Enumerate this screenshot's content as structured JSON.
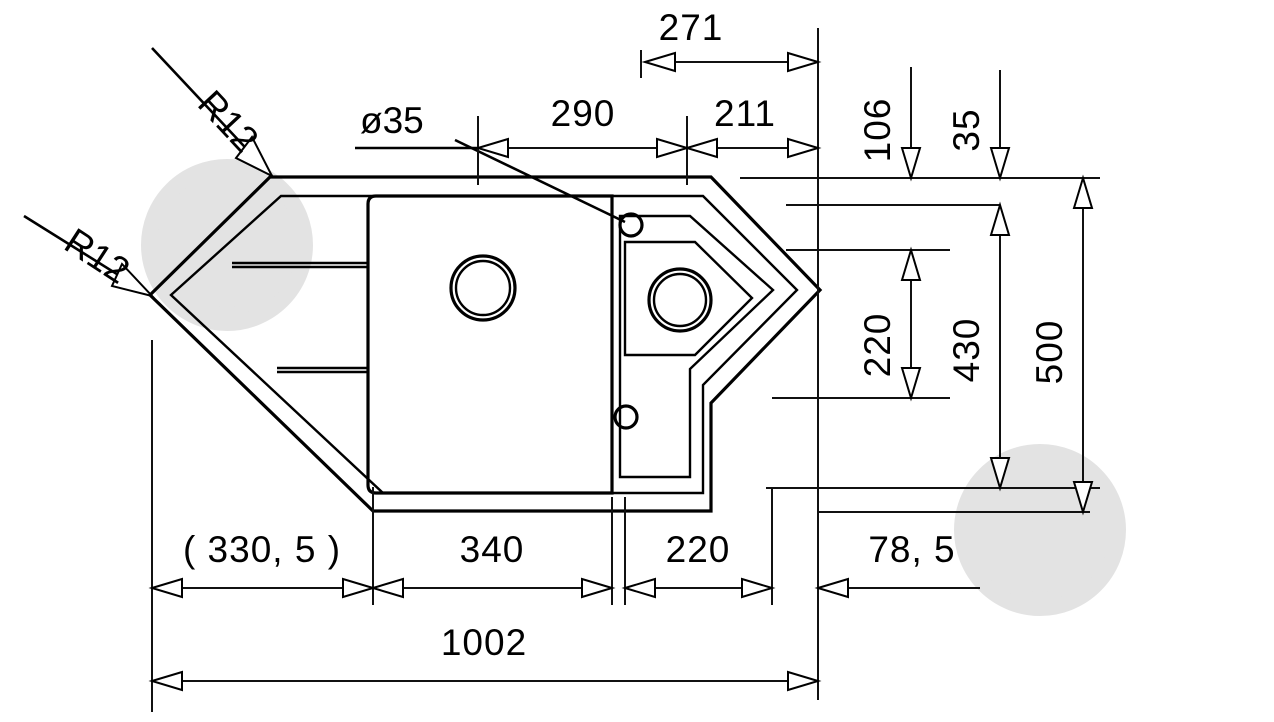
{
  "drawing": {
    "kind": "technical-dimension-drawing",
    "subject": "corner kitchen sink with drainboard and half bowl",
    "units": "mm",
    "line_color": "#000000",
    "background_color": "#ffffff",
    "watermark_color": "#e3e3e3"
  },
  "dimensions": {
    "top_chain": [
      {
        "id": "dim-271",
        "label": "271",
        "orientation": "horizontal",
        "row": "upper"
      },
      {
        "id": "dim-290",
        "label": "290",
        "orientation": "horizontal",
        "row": "lower"
      },
      {
        "id": "dim-211",
        "label": "211",
        "orientation": "horizontal",
        "row": "lower"
      }
    ],
    "right_chain": [
      {
        "id": "dim-106",
        "label": "106",
        "orientation": "vertical"
      },
      {
        "id": "dim-35",
        "label": "35",
        "orientation": "vertical"
      },
      {
        "id": "dim-220v",
        "label": "220",
        "orientation": "vertical"
      },
      {
        "id": "dim-430",
        "label": "430",
        "orientation": "vertical"
      },
      {
        "id": "dim-500",
        "label": "500",
        "orientation": "vertical"
      }
    ],
    "bottom_chain": [
      {
        "id": "dim-330-5",
        "label": "( 330, 5 )",
        "orientation": "horizontal",
        "reference": true
      },
      {
        "id": "dim-340",
        "label": "340",
        "orientation": "horizontal"
      },
      {
        "id": "dim-220h",
        "label": "220",
        "orientation": "horizontal"
      },
      {
        "id": "dim-78-5",
        "label": "78, 5",
        "orientation": "horizontal"
      }
    ],
    "overall": [
      {
        "id": "dim-1002",
        "label": "1002",
        "orientation": "horizontal"
      }
    ]
  },
  "annotations": [
    {
      "id": "radius-top",
      "label": "R12",
      "kind": "radius-callout"
    },
    {
      "id": "radius-left",
      "label": "R12",
      "kind": "radius-callout"
    },
    {
      "id": "hole-diameter",
      "label": "ø35",
      "kind": "diameter-callout"
    }
  ],
  "features": {
    "main_bowl_drain": "circle",
    "small_bowl_drain": "circle",
    "tap_hole_upper": "circle",
    "tap_hole_lower": "circle",
    "drainboard_ribs": 2
  }
}
